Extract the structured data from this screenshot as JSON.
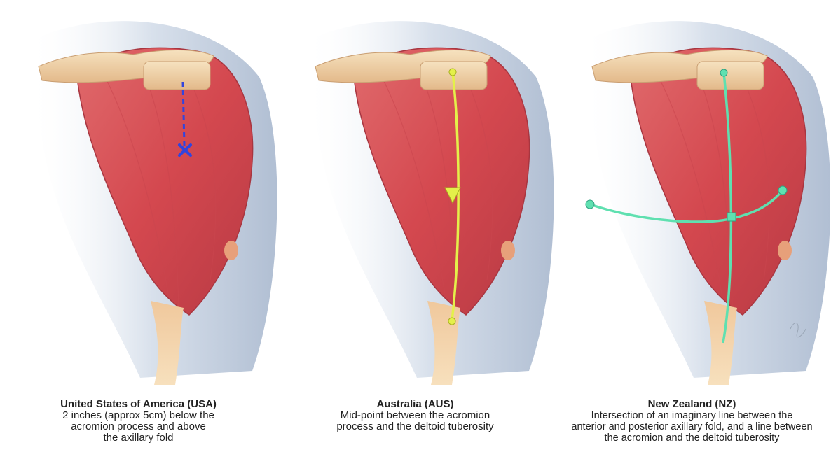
{
  "panels": [
    {
      "title": "United States of America (USA)",
      "lines": [
        "2 inches (approx 5cm) below the",
        "acromion process and above",
        "the axillary fold"
      ],
      "marker_color": "#3344dd"
    },
    {
      "title": "Australia (AUS)",
      "lines": [
        "Mid-point between the acromion",
        "process and the deltoid tuberosity"
      ],
      "marker_color": "#e4f04a"
    },
    {
      "title": "New Zealand (NZ)",
      "lines": [
        "Intersection of an imaginary line between the",
        "anterior and posterior axillary fold, and a line between",
        "the acromion and the deltoid tuberosity"
      ],
      "marker_color": "#5fe0b0"
    }
  ],
  "colors": {
    "muscle": "#d9545a",
    "muscle_dark": "#b23a42",
    "bone": "#f1d3a4",
    "skin_shadow": "#b9c8dc"
  }
}
